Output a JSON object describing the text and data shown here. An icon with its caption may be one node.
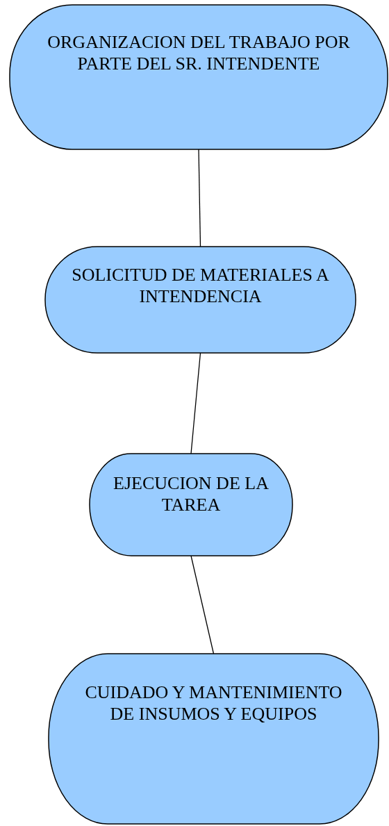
{
  "diagram": {
    "nodes": [
      {
        "text": [
          "ORGANIZACION DEL TRABAJO POR PARTE DEL SR. INTENDENTE"
        ]
      },
      {
        "text": [
          "SOLICITUD DE MATERIALES A INTENDENCIA"
        ]
      },
      {
        "text": [
          "EJECUCION DE LA TAREA"
        ]
      },
      {
        "text": [
          "CUIDADO Y MANTENIMIENTO DE INSUMOS Y EQUIPOS"
        ]
      }
    ],
    "edges": [
      {
        "from": 0,
        "to": 1,
        "arrow": "none"
      },
      {
        "from": 1,
        "to": 2,
        "arrow": "none"
      },
      {
        "from": 2,
        "to": 3,
        "arrow": "none"
      }
    ]
  }
}
